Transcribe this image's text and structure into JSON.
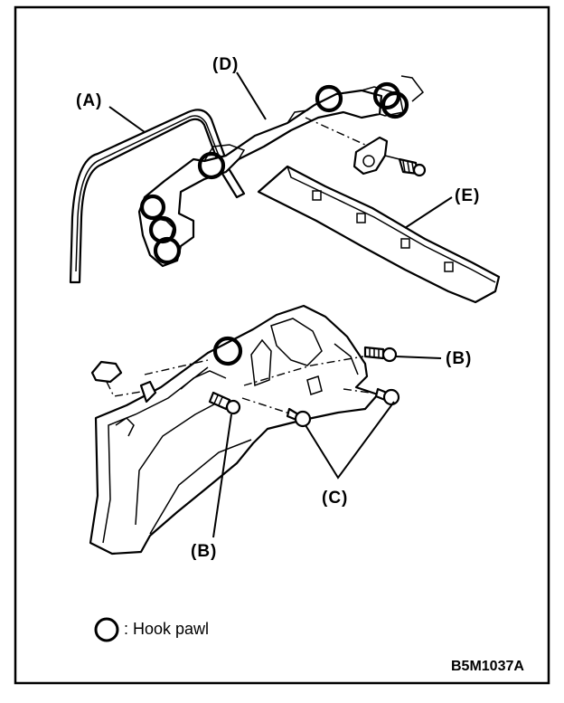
{
  "labels": {
    "a": "(A)",
    "b_right": "(B)",
    "b_lower": "(B)",
    "c": "(C)",
    "d": "(D)",
    "e": "(E)"
  },
  "legend": {
    "text": ": Hook pawl",
    "icon": "hook-pawl-circle-icon"
  },
  "figure_code": "B5M1037A",
  "colors": {
    "line": "#000000",
    "background": "#ffffff"
  }
}
